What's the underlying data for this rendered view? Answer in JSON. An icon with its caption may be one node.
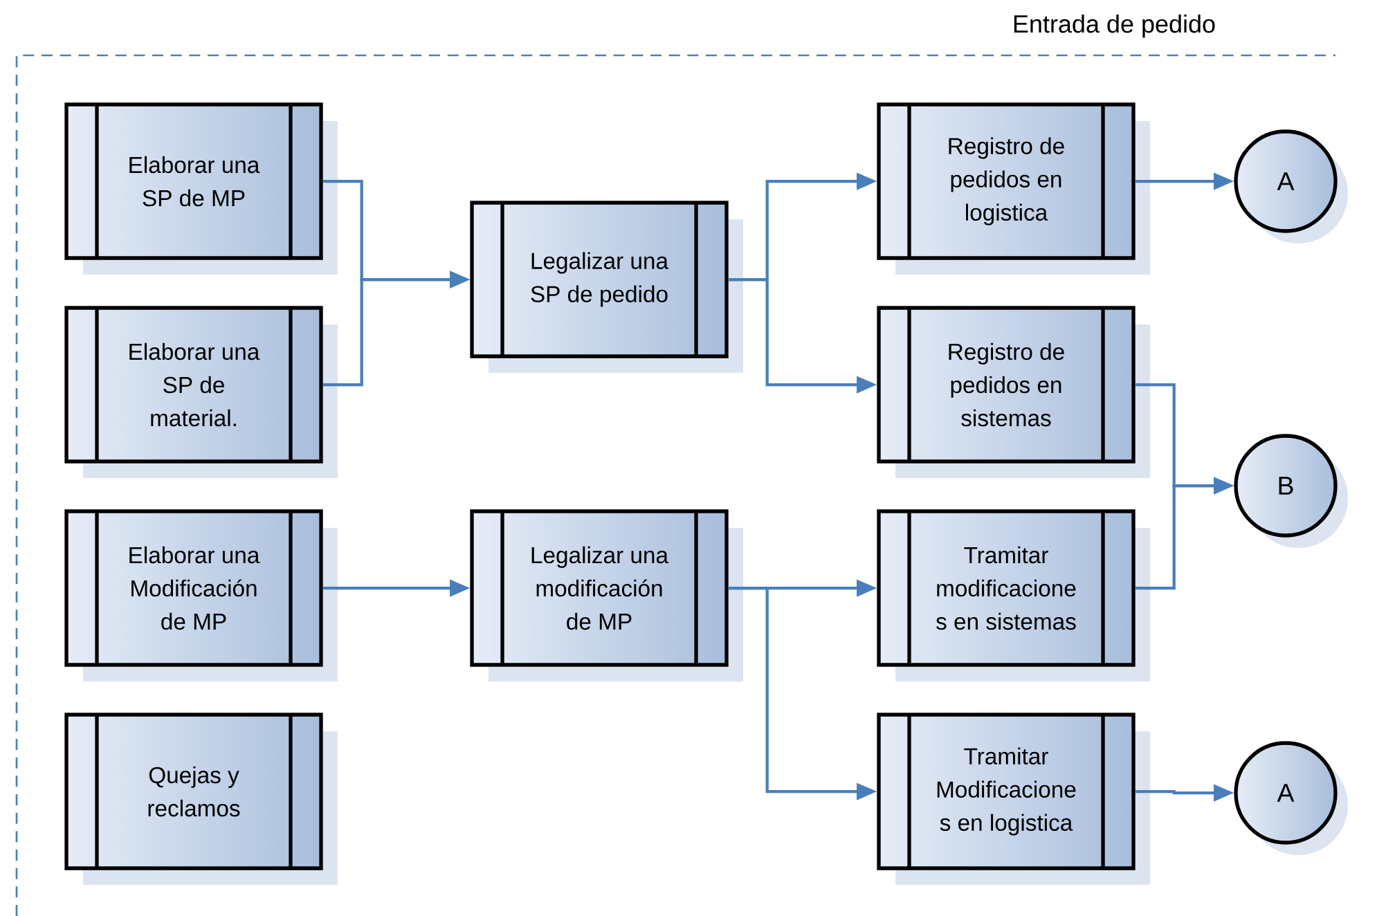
{
  "diagram": {
    "nodes": [
      {
        "text": [
          "Entrada de pedido"
        ]
      },
      {
        "text": [
          "Elaborar una SP de MP"
        ],
        "in": 0
      },
      {
        "text": [
          "Elaborar una SP de material."
        ],
        "in": 0
      },
      {
        "text": [
          "Elaborar una Modificación de MP"
        ],
        "in": 0
      },
      {
        "text": [
          "Quejas y reclamos"
        ],
        "in": 0
      },
      {
        "text": [
          "Legalizar una SP de pedido"
        ],
        "in": 0
      },
      {
        "text": [
          "Legalizar una modificación de MP"
        ],
        "in": 0
      },
      {
        "text": [
          "Registro de pedidos en logistica"
        ],
        "in": 0
      },
      {
        "text": [
          "Registro de pedidos en sistemas"
        ],
        "in": 0
      },
      {
        "text": [
          "Tramitar modificacione s en sistemas"
        ],
        "in": 0
      },
      {
        "text": [
          "Tramitar Modificacione s en logistica"
        ],
        "in": 0
      },
      {
        "text": [
          "A"
        ],
        "in": 0
      },
      {
        "text": [
          "B"
        ],
        "in": 0
      },
      {
        "text": [
          "A"
        ],
        "in": 0
      }
    ],
    "edges": [
      {
        "from": 1,
        "to": 5,
        "arrow": "to"
      },
      {
        "from": 2,
        "to": 5,
        "arrow": "to"
      },
      {
        "from": 5,
        "to": 7,
        "arrow": "to"
      },
      {
        "from": 5,
        "to": 8,
        "arrow": "to"
      },
      {
        "from": 3,
        "to": 6,
        "arrow": "to"
      },
      {
        "from": 6,
        "to": 9,
        "arrow": "to"
      },
      {
        "from": 6,
        "to": 10,
        "arrow": "to"
      },
      {
        "from": 7,
        "to": 11,
        "arrow": "to"
      },
      {
        "from": 8,
        "to": 12,
        "arrow": "to"
      },
      {
        "from": 9,
        "to": 12,
        "arrow": "to"
      },
      {
        "from": 10,
        "to": 13,
        "arrow": "to"
      }
    ]
  }
}
